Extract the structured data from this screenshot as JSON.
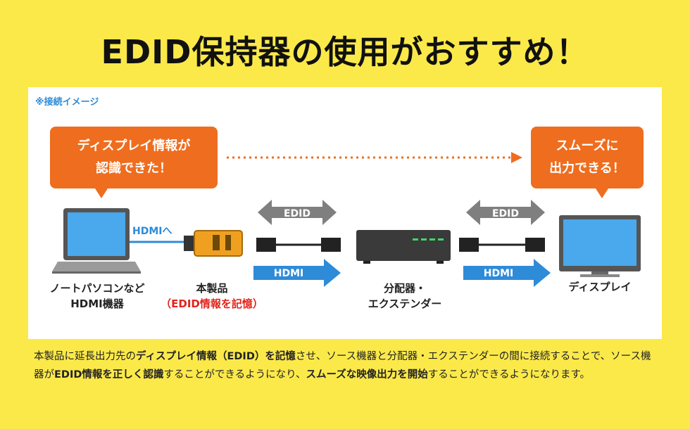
{
  "title": "EDID保持器の使用がおすすめ！",
  "note": "※接続イメージ",
  "bubble_left": {
    "line1": "ディスプレイ情報が",
    "line2": "認識できた！"
  },
  "bubble_right": {
    "line1": "スムーズに",
    "line2": "出力できる！"
  },
  "hdmi_to": "HDMIへ",
  "edid_label": "EDID",
  "hdmi_label": "HDMI",
  "laptop": {
    "line1": "ノートパソコンなど",
    "line2": "HDMI機器"
  },
  "product": {
    "line1": "本製品",
    "line2": "（EDID情報を記憶）"
  },
  "splitter": {
    "line1": "分配器・",
    "line2": "エクステンダー"
  },
  "display": {
    "line1": "ディスプレイ"
  },
  "description": {
    "p1": "本製品に延長出力先の",
    "b1": "ディスプレイ情報（EDID）を記憶",
    "p2": "させ、ソース機器と分配器・エクステンダーの間に接続することで、ソース機器が",
    "b2": "EDID情報を正しく認識",
    "p3": "することができるようになり、",
    "b3": "スムーズな映像出力を開始",
    "p4": "することができるようになります。"
  },
  "colors": {
    "background": "#fbe94a",
    "orange": "#ef6d1e",
    "blue": "#2e8bd8",
    "gray": "#7f7f7f",
    "red": "#e0251b"
  }
}
